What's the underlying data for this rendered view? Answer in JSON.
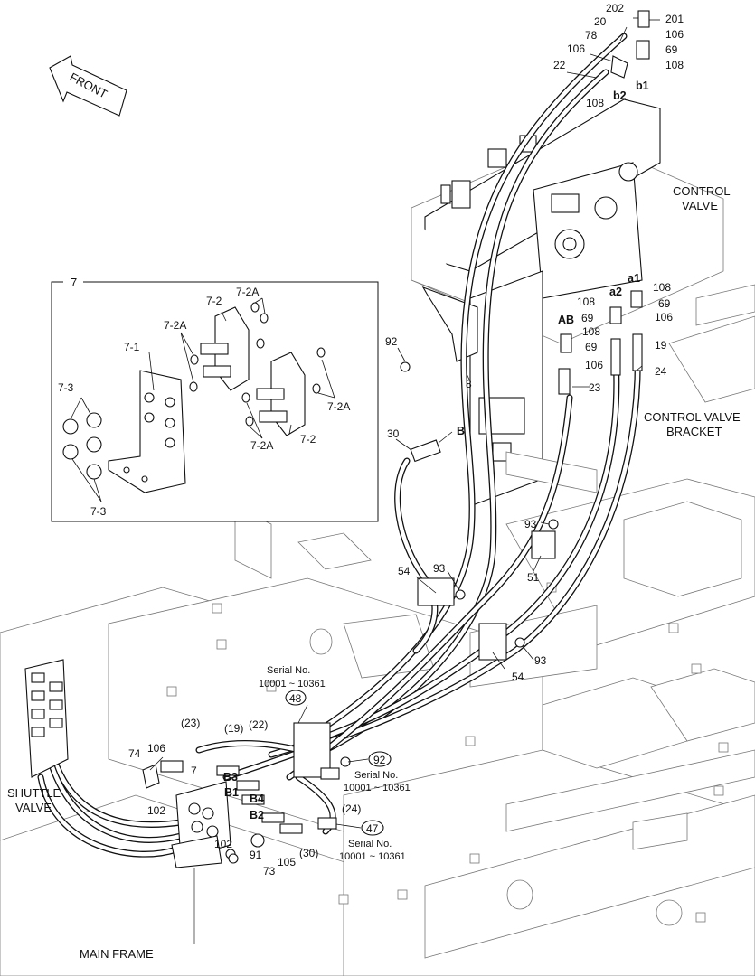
{
  "labels": {
    "front": "FRONT",
    "control_valve": [
      "CONTROL",
      "VALVE"
    ],
    "control_valve_bracket": [
      "CONTROL VALVE",
      "BRACKET"
    ],
    "shuttle_valve": [
      "SHUTTLE",
      "VALVE"
    ],
    "main_frame": "MAIN FRAME"
  },
  "callouts": {
    "c202": "202",
    "c201": "201",
    "c20": "20",
    "c78": "78",
    "c106a": "106",
    "c69a": "69",
    "c106b": "106",
    "c108a": "108",
    "c22": "22",
    "c108b": "108",
    "c108c": "108",
    "c108d": "108",
    "c69b": "69",
    "c69c": "69",
    "c106c": "106",
    "c108e": "108",
    "c69d": "69",
    "c106d": "106",
    "c19": "19",
    "c24": "24",
    "c23": "23",
    "c92": "92",
    "c8": "8",
    "c30": "30",
    "c93a": "93",
    "c51": "51",
    "c54a": "54",
    "c93b": "93",
    "c93c": "93",
    "c54b": "54",
    "c23p": "(23)",
    "c19p": "(19)",
    "c22p": "(22)",
    "c74": "74",
    "c106e": "106",
    "c7": "7",
    "c102a": "102",
    "c102b": "102",
    "c91": "91",
    "c73": "73",
    "c105": "105",
    "c30p": "(30)",
    "c24p": "(24)"
  },
  "ports": {
    "b2": "b2",
    "b1": "b1",
    "a1": "a1",
    "a2": "a2",
    "AB": "AB",
    "B": "B",
    "B3": "B3",
    "B1": "B1",
    "B4": "B4",
    "B2": "B2"
  },
  "circled": {
    "c48": "48",
    "c92": "92",
    "c47": "47"
  },
  "serial": {
    "s1a": "Serial No.",
    "s1b": "10001 ~ 10361",
    "s2a": "Serial No.",
    "s2b": "10001 ~ 10361",
    "s3a": "Serial No.",
    "s3b": "10001 ~ 10361"
  },
  "inset": {
    "num": "7",
    "l72a": "7-2",
    "l72A_a": "7-2A",
    "l72A_b": "7-2A",
    "l71": "7-1",
    "l73a": "7-3",
    "l73b": "7-3",
    "l72A_c": "7-2A",
    "l72A_d": "7-2A",
    "l72b": "7-2"
  }
}
